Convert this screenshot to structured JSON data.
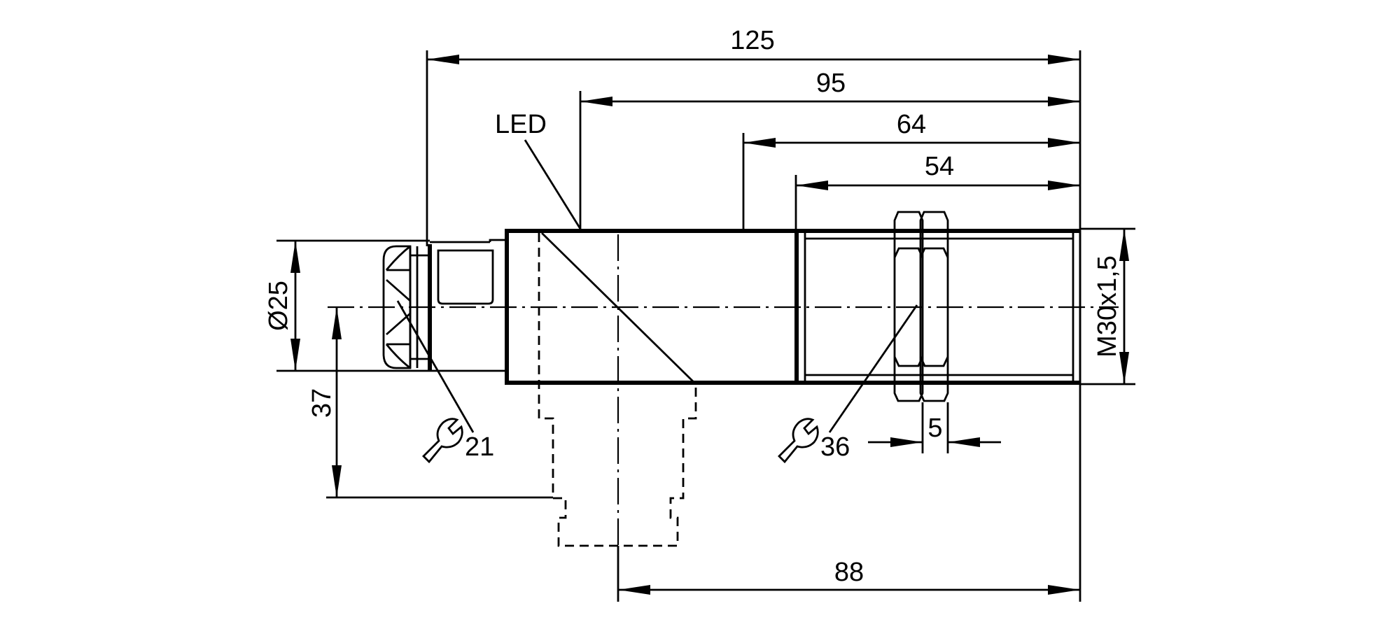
{
  "dimensions": {
    "overall_length": "125",
    "length_from_led": "95",
    "length_64": "64",
    "thread_length": "54",
    "body_diameter": "Ø25",
    "thread_size": "M30x1,5",
    "height_37": "37",
    "wrench_small": "21",
    "wrench_large": "36",
    "nut_width": "5",
    "length_88": "88"
  },
  "labels": {
    "led": "LED"
  },
  "icons": {
    "wrench": "wrench-icon"
  }
}
